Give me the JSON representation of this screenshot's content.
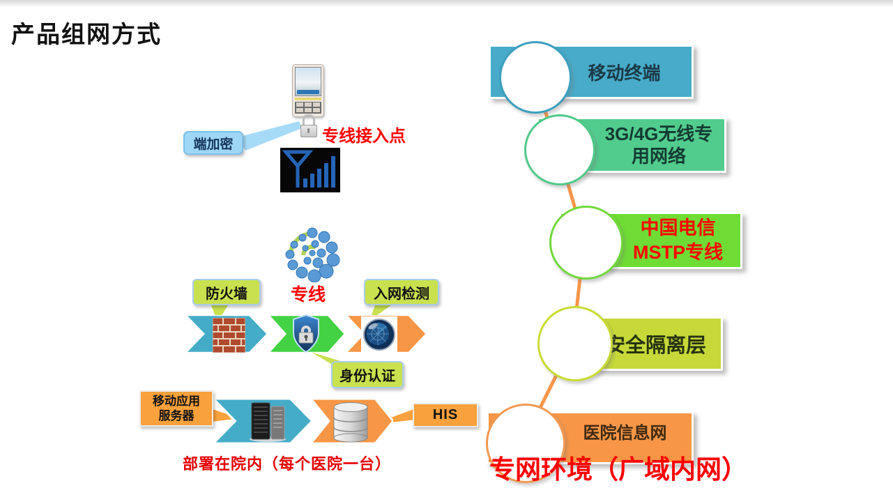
{
  "title": "产品组网方式",
  "left": {
    "encryption_callout": "端加密",
    "access_point_label": "专线接入点",
    "dedicated_line_label": "专线",
    "firewall_callout": "防火墙",
    "network_check_callout": "入网检测",
    "identity_auth_callout": "身份认证",
    "app_server_callout": "移动应用\n服务器",
    "his_callout": "HIS",
    "deploy_note": "部署在院内（每个医院一台）",
    "icons": {
      "mobile-terminal-icon": "handheld terminal with screen and keypad",
      "lock-icon": "gray padlock",
      "signal-tower-icon": "blue antenna with rising signal bars on black",
      "network-globe-icon": "spiral of blue spheres with green arcs",
      "firewall-brick-icon": "brick wall",
      "shield-lock-icon": "blue shield with padlock",
      "radar-icon": "dark blue radar lens",
      "server-towers-icon": "two server towers",
      "database-icon": "silver database cylinder"
    }
  },
  "right": {
    "banners": [
      {
        "label": "移动终端",
        "fill": "#47ABC9",
        "text_color": "#1C3A47"
      },
      {
        "label": "3G/4G无线专\n用网络",
        "fill": "#52CC8D",
        "text_color": "#143B33"
      },
      {
        "label": "中国电信\nMSTP专线",
        "fill": "#6EDC35",
        "text_color": "#FF0000"
      },
      {
        "label": "安全隔离层",
        "fill": "#C6D939",
        "text_color": "#26330F"
      },
      {
        "label": "医院信息网",
        "fill": "#F79646",
        "text_color": "#402A12"
      }
    ],
    "connector_color": "#F79646",
    "bottom_note": "专网环境（广域内网）"
  },
  "colors": {
    "arrow_teal": "#45ACC8",
    "arrow_green": "#43D243",
    "arrow_orange": "#F79646",
    "callout_green": "#C9E14F",
    "callout_blue": "#9ED7F6",
    "callout_orange": "#F9A13C",
    "red_text": "#FF0000"
  }
}
